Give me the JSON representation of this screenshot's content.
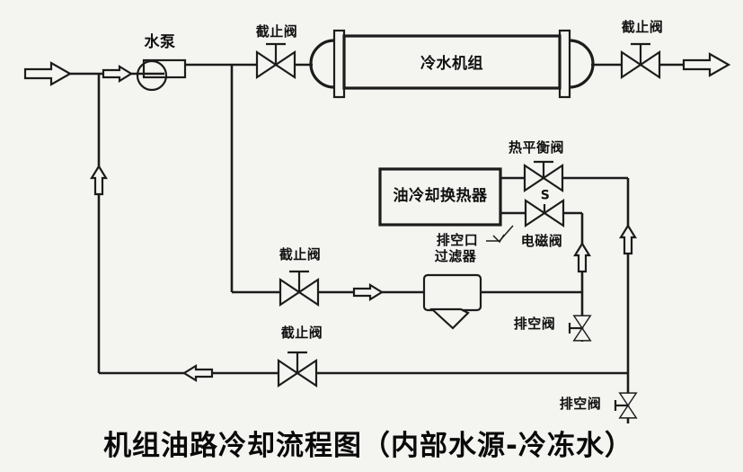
{
  "title": "机组油路冷却流程图（内部水源-冷冻水）",
  "labels": {
    "pump": "水泵",
    "stop_valve_top_left": "截止阀",
    "chiller_unit": "冷水机组",
    "stop_valve_top_right": "截止阀",
    "thermal_balance_valve": "热平衡阀",
    "oil_cooler_heat_exchanger": "油冷却换热器",
    "drain_port": "排空口",
    "solenoid_marker": "S",
    "solenoid_valve": "电磁阀",
    "filter": "过滤器",
    "stop_valve_middle": "截止阀",
    "stop_valve_bottom": "截止阀",
    "drain_valve_upper": "排空阀",
    "drain_valve_lower": "排空阀"
  },
  "colors": {
    "background": "#f4f4f1",
    "line": "#1c1c1c",
    "text": "#101010"
  }
}
